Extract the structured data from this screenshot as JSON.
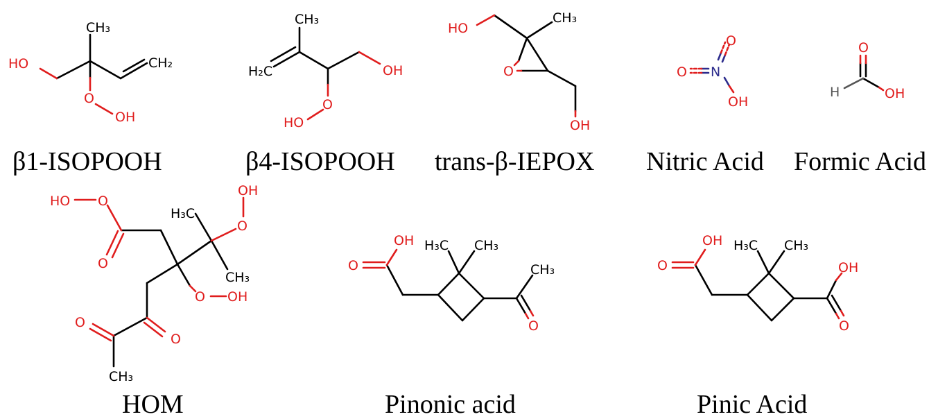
{
  "colors": {
    "bond": "#000000",
    "oxygen": "#e01d1d",
    "nitrogen": "#2b2b8c",
    "hydrogen": "#555555"
  },
  "molecules": [
    {
      "name": "β1-ISOPOOH",
      "labels": {
        "ch3": "CH₃",
        "ch2": "CH₂",
        "ho": "HO",
        "o": "O",
        "oh": "OH"
      }
    },
    {
      "name": "β4-ISOPOOH",
      "labels": {
        "ch3": "CH₃",
        "h2c": "H₂C",
        "oh": "OH",
        "o": "O",
        "ho": "HO"
      }
    },
    {
      "name": "trans-β-IEPOX",
      "labels": {
        "ho": "HO",
        "ch3": "CH₃",
        "o": "O",
        "oh": "OH"
      }
    },
    {
      "name": "Nitric Acid",
      "labels": {
        "o_top": "O",
        "o_left": "O",
        "n": "N",
        "oh": "OH"
      }
    },
    {
      "name": "Formic Acid",
      "labels": {
        "o": "O",
        "h": "H",
        "oh": "OH"
      }
    },
    {
      "name": "HOM",
      "labels": {
        "ho": "HO",
        "o1": "O",
        "oh_top": "OH",
        "o2": "O",
        "h3c": "H₃C",
        "o_carbonyl": "O",
        "ch3_right": "CH₃",
        "o_oh": "O",
        "oh_right": "OH",
        "o_ketone1": "O",
        "o_ketone2": "O",
        "ch3_bottom": "CH₃"
      }
    },
    {
      "name": "Pinonic acid",
      "labels": {
        "oh": "OH",
        "h3c": "H₃C",
        "ch3_gem": "CH₃",
        "o_acid": "O",
        "ch3_acetyl": "CH₃",
        "o_acetyl": "O"
      }
    },
    {
      "name": "Pinic Acid",
      "labels": {
        "oh_left": "OH",
        "h3c": "H₃C",
        "ch3": "CH₃",
        "o_left": "O",
        "oh_right": "OH",
        "o_right": "O"
      }
    }
  ]
}
